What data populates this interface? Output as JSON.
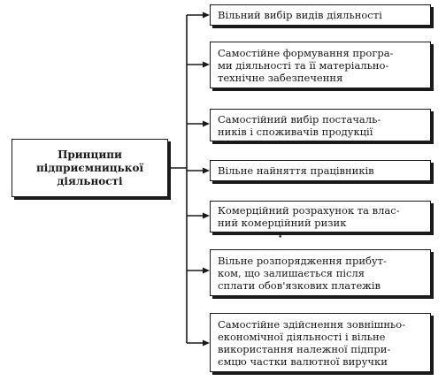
{
  "root": {
    "label": "Принципи\nпідприємницької\nдіяльності"
  },
  "principles": [
    {
      "label": "Вільний вибір видів діяльності"
    },
    {
      "label": "Самостійне формування програ-\nми діяльності та її матеріально-\nтехнічне забезпечення"
    },
    {
      "label": "Самостійний вибір постачаль-\nників і споживачів продукції"
    },
    {
      "label": "Вільне найняття працівників"
    },
    {
      "label": "Комерційний розрахунок та влас-\nний комерційний ризик"
    },
    {
      "label": "Вільне розпорядження прибут-\nком, що залишається після\nсплати обов'язкових платежів"
    },
    {
      "label": "Самостійне здійснення зовнішньо-\nекономічної діяльності і вільне\nвикористання належної підпри-\nємцю частки валютної виручки"
    }
  ],
  "colors": {
    "line": "#1a1a1a",
    "background": "#ffffff"
  }
}
